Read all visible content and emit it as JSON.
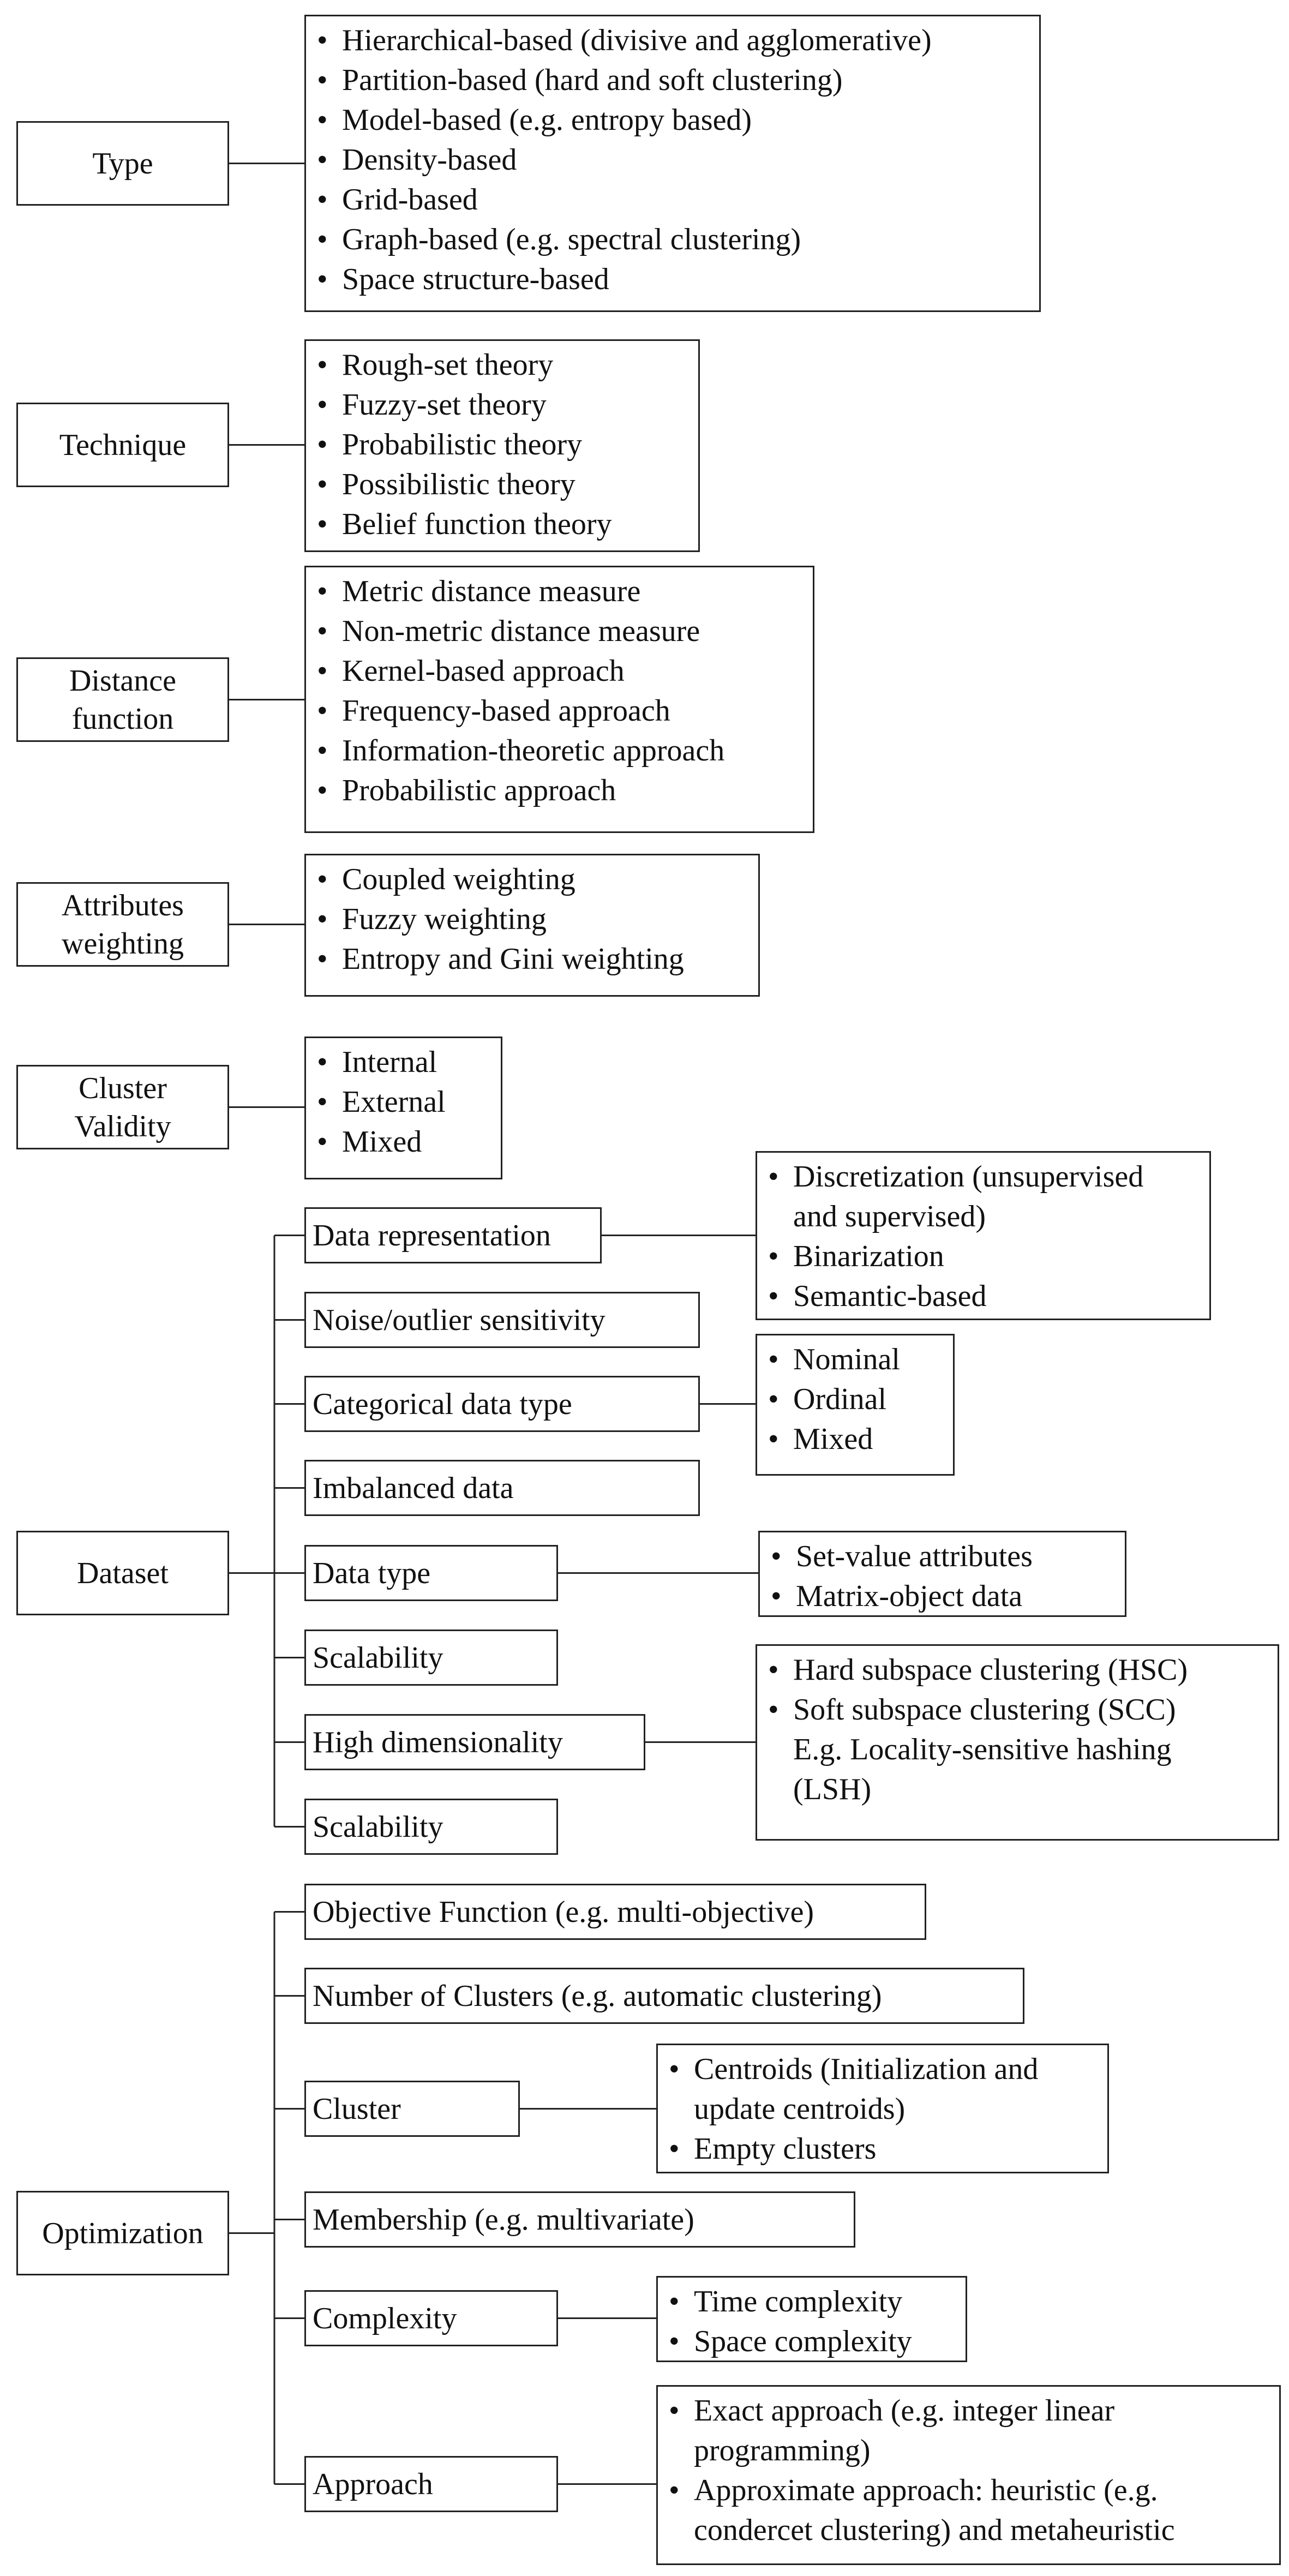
{
  "categories": {
    "type": [
      "Type"
    ],
    "technique": [
      "Technique"
    ],
    "distance": [
      "Distance",
      "function"
    ],
    "weighting": [
      "Attributes",
      "weighting"
    ],
    "validity": [
      "Cluster",
      "Validity"
    ],
    "dataset": [
      "Dataset"
    ],
    "optimization": [
      "Optimization"
    ]
  },
  "subitems": {
    "dataset": [
      "Data representation",
      "Noise/outlier sensitivity",
      "Categorical data type",
      "Imbalanced data",
      "Data type",
      "Scalability",
      "High dimensionality",
      "Scalability"
    ],
    "optimization": [
      "Objective Function (e.g. multi-objective)",
      "Number of Clusters (e.g. automatic clustering)",
      "Cluster",
      "Membership (e.g. multivariate)",
      "Complexity",
      "Approach"
    ]
  },
  "lists": {
    "type": [
      [
        "Hierarchical-based (divisive and agglomerative)"
      ],
      [
        "Partition-based (hard and soft clustering)"
      ],
      [
        "Model-based (e.g. entropy based)"
      ],
      [
        "Density-based"
      ],
      [
        "Grid-based"
      ],
      [
        "Graph-based (e.g. spectral clustering)"
      ],
      [
        "Space structure-based"
      ]
    ],
    "technique": [
      [
        "Rough-set theory"
      ],
      [
        "Fuzzy-set theory"
      ],
      [
        "Probabilistic theory"
      ],
      [
        "Possibilistic theory"
      ],
      [
        "Belief function theory"
      ]
    ],
    "distance": [
      [
        "Metric distance measure"
      ],
      [
        "Non-metric distance measure"
      ],
      [
        "Kernel-based approach"
      ],
      [
        "Frequency-based approach"
      ],
      [
        "Information-theoretic approach"
      ],
      [
        "Probabilistic approach"
      ]
    ],
    "weighting": [
      [
        "Coupled weighting"
      ],
      [
        "Fuzzy weighting"
      ],
      [
        "Entropy and Gini weighting"
      ]
    ],
    "validity": [
      [
        "Internal"
      ],
      [
        "External"
      ],
      [
        "Mixed"
      ]
    ],
    "data_representation": [
      [
        "Discretization (unsupervised",
        "and supervised)"
      ],
      [
        "Binarization"
      ],
      [
        "Semantic-based"
      ]
    ],
    "categorical": [
      [
        "Nominal"
      ],
      [
        "Ordinal"
      ],
      [
        "Mixed"
      ]
    ],
    "data_type": [
      [
        "Set-value attributes"
      ],
      [
        "Matrix-object data"
      ]
    ],
    "high_dim": [
      [
        "Hard subspace clustering (HSC)"
      ],
      [
        "Soft subspace clustering (SCC)",
        "E.g. Locality-sensitive hashing",
        "(LSH)"
      ]
    ],
    "cluster": [
      [
        "Centroids (Initialization and",
        "update centroids)"
      ],
      [
        "Empty clusters"
      ]
    ],
    "complexity": [
      [
        "Time complexity"
      ],
      [
        "Space complexity"
      ]
    ],
    "approach": [
      [
        "Exact approach (e.g. integer linear",
        "programming)"
      ],
      [
        "Approximate approach: heuristic (e.g.",
        "condercet clustering) and metaheuristic"
      ]
    ]
  }
}
